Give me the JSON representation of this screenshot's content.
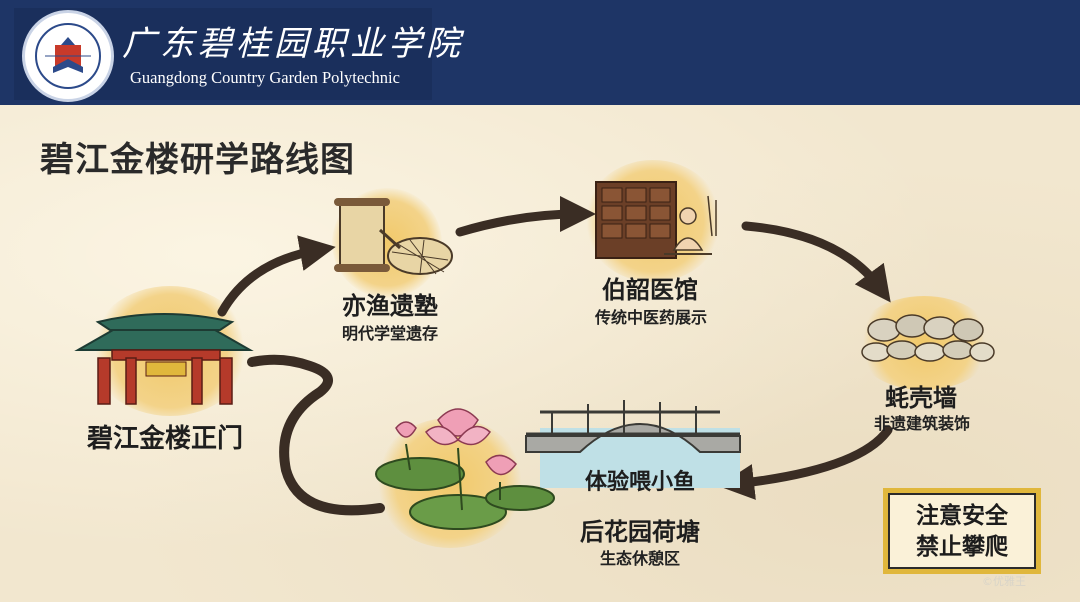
{
  "header": {
    "institution_cn": "广东碧桂园职业学院",
    "institution_en": "Guangdong Country Garden Polytechnic"
  },
  "page": {
    "title": "碧江金楼研学路线图"
  },
  "stops": [
    {
      "name": "碧江金楼正门",
      "desc": ""
    },
    {
      "name": "亦渔遗塾",
      "desc": "明代学堂遗存"
    },
    {
      "name": "伯韶医馆",
      "desc": "传统中医药展示"
    },
    {
      "name": "蚝壳墙",
      "desc": "非遗建筑装饰"
    },
    {
      "name": "体验喂小鱼",
      "desc": ""
    },
    {
      "name": "后花园荷塘",
      "desc": "生态休憩区"
    }
  ],
  "notice": {
    "line1": "注意安全",
    "line2": "禁止攀爬"
  },
  "watermark": "©优雅王",
  "colors": {
    "header_bg": "#1e3566",
    "paper": "#f2e7cf",
    "accent_gold": "#e0b73c",
    "arrow": "#3a2d24",
    "roof_green": "#2f6b5a",
    "gate_red": "#b53a2a"
  }
}
